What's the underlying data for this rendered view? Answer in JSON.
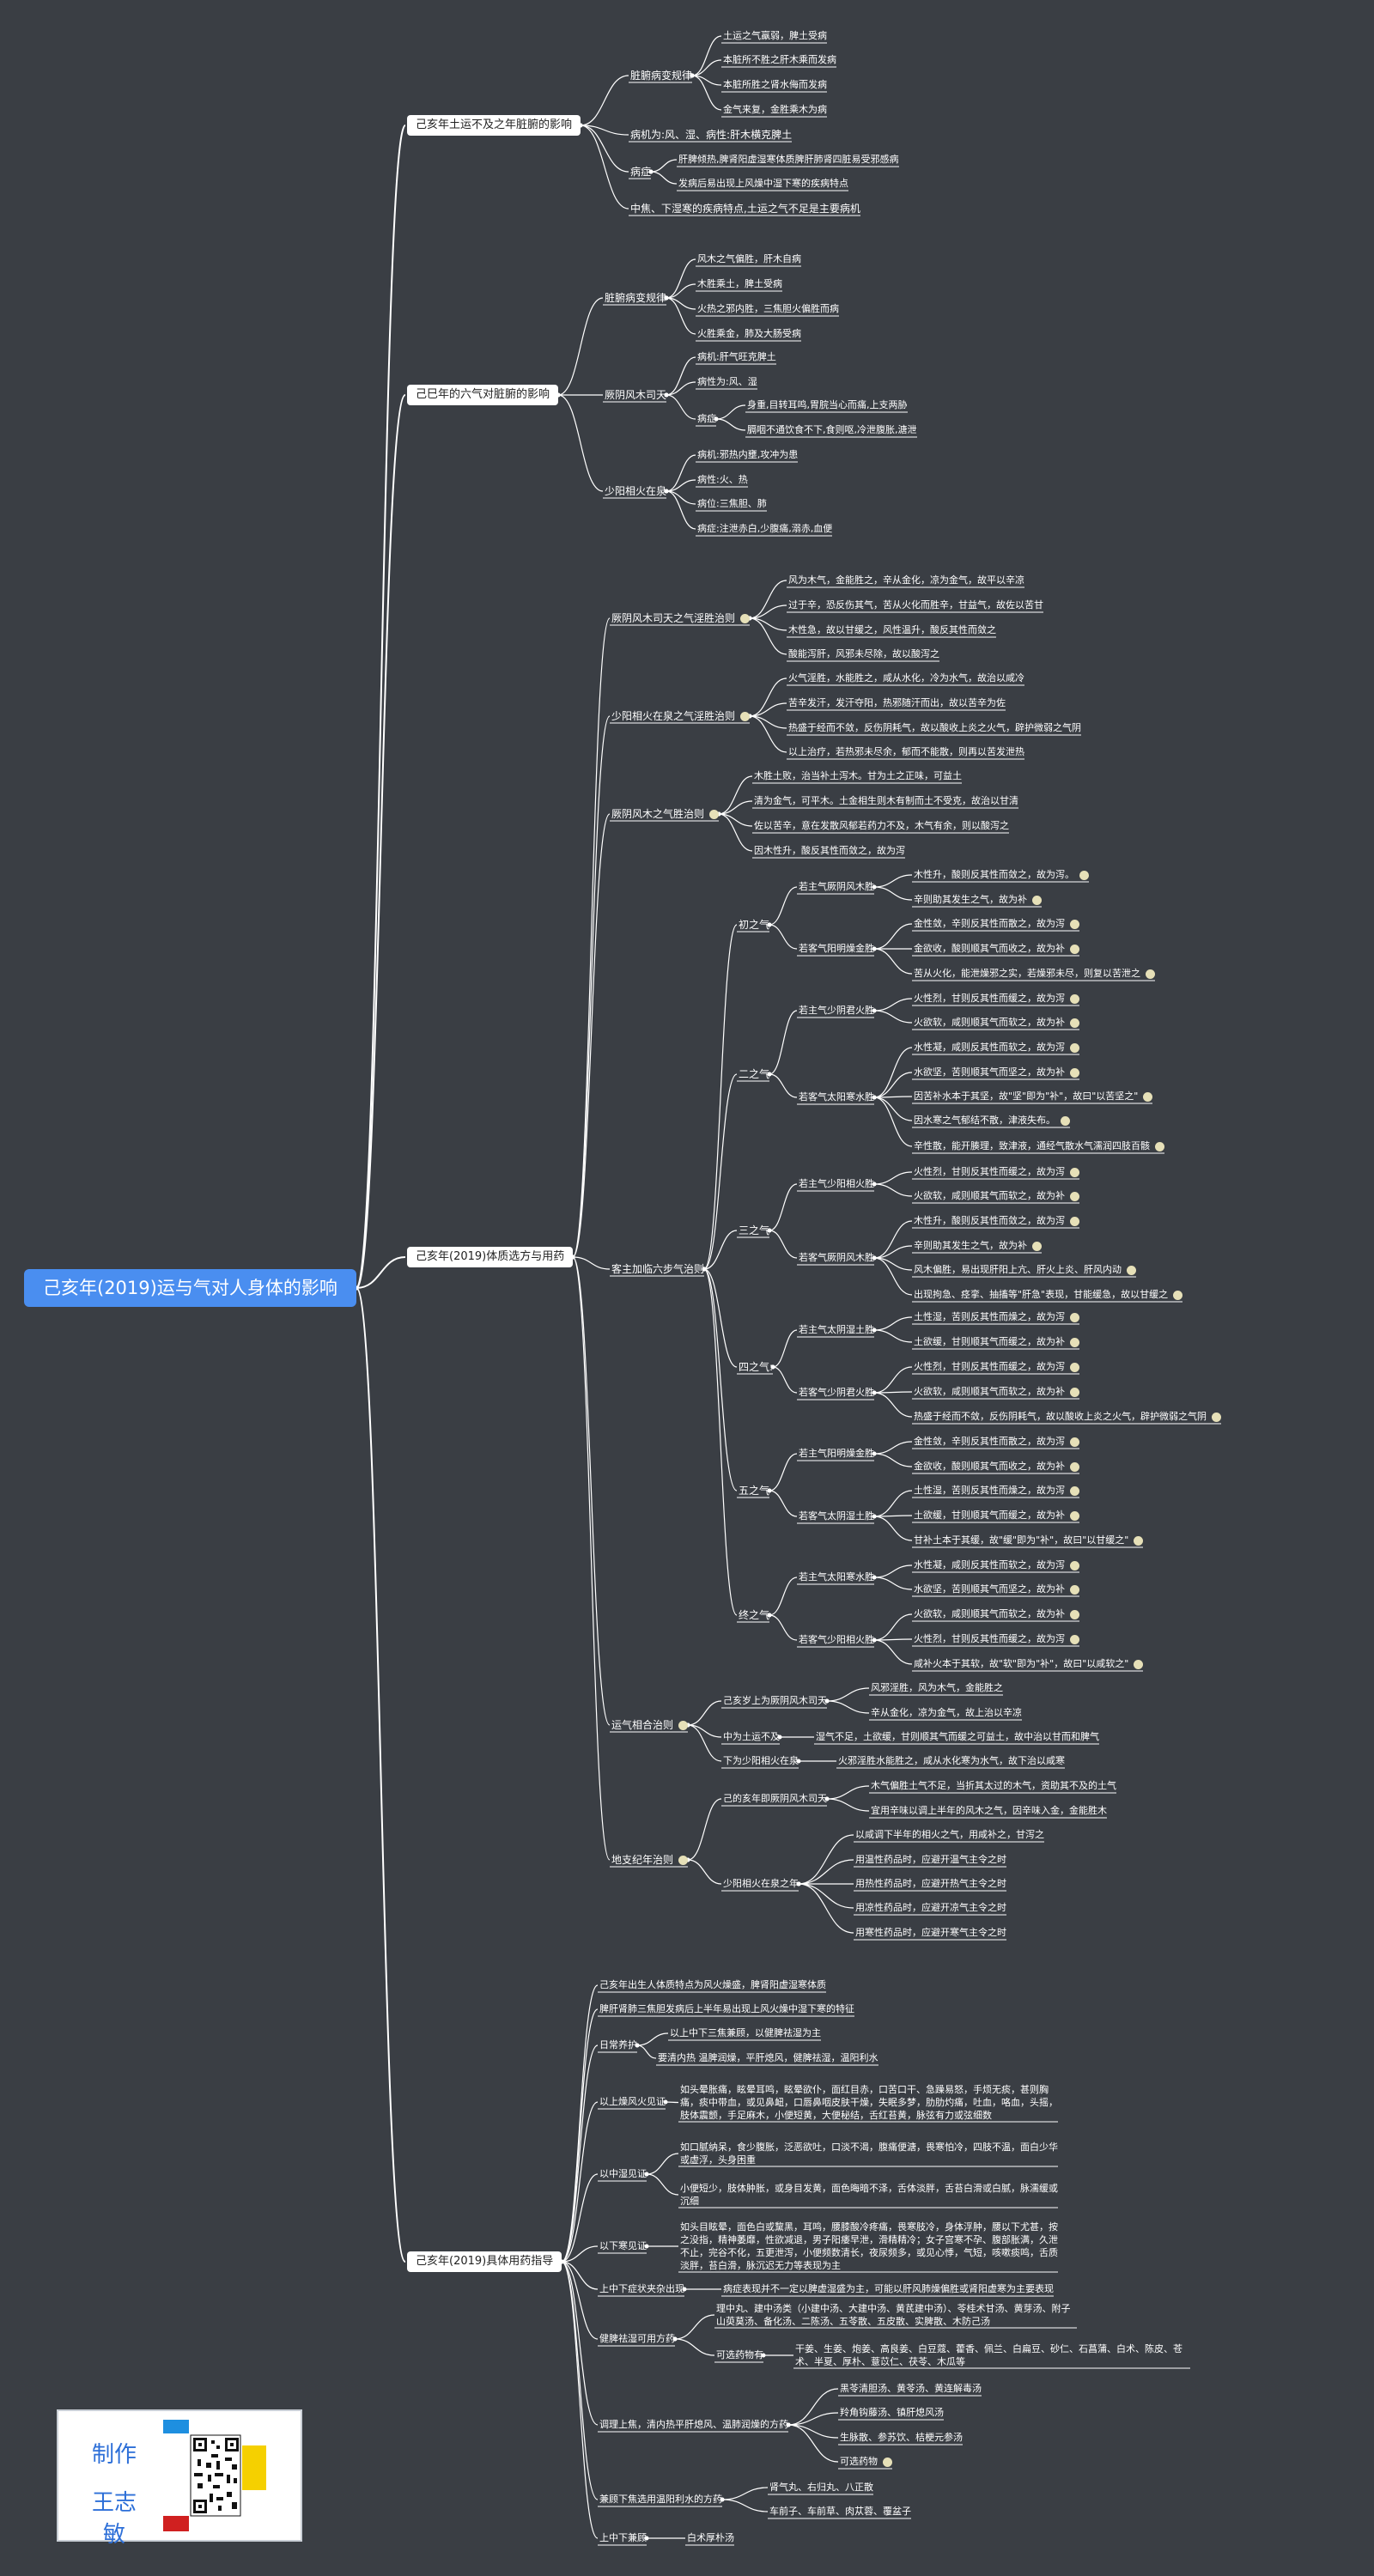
{
  "root": "己亥年(2019)运与气对人身体的影响",
  "b1": {
    "title": "己亥年土运不及之年脏腑的影响",
    "c1": "脏腑病变规律",
    "c1_items": [
      "土运之气羸弱，脾土受病",
      "本脏所不胜之肝木乘而发病",
      "本脏所胜之肾水侮而发病",
      "金气来复，金胜乘木为病"
    ],
    "c2": "病机为:风、湿、病性:肝木横克脾土",
    "c3": "病症",
    "c3_items": [
      "肝脾倾热,脾肾阳虚湿寒体质脾肝肺肾四脏易受邪感病",
      "发病后易出现上风燥中湿下寒的疾病特点"
    ],
    "c4": "中焦、下湿寒的疾病特点,土运之气不足是主要病机"
  },
  "b2": {
    "title": "己巳年的六气对脏腑的影响",
    "g1": "脏腑病变规律",
    "g1_items": [
      "风木之气偏胜，肝木自病",
      "木胜乘土，脾土受病",
      "火热之邪内胜，三焦胆火偏胜而病",
      "火胜乘金，肺及大肠受病"
    ],
    "g2": "厥阴风木司天",
    "g2_items": [
      "病机:肝气旺克脾土",
      "病性为:风、湿"
    ],
    "g2_sym": "病症",
    "g2_sym_items": [
      "身重,目转耳鸣,胃脘当心而痛,上支两胁",
      "膈咽不通饮食不下,食则呕,冷泄腹胀,溏泄"
    ],
    "g3": "少阳相火在泉",
    "g3_items": [
      "病机:邪热内壅,攻冲为患",
      "病性:火、热",
      "病位:三焦胆、肺",
      "病症:注泄赤白,少腹痛,溺赤,血便"
    ]
  },
  "b3": {
    "title": "己亥年(2019)体质选方与用药",
    "r1": "厥阴风木司天之气淫胜治则",
    "r1_items": [
      "风为木气，金能胜之，辛从金化，凉为金气，故平以辛凉",
      "过于辛，恐反伤其气，苦从火化而胜辛，甘益气，故佐以苦甘",
      "木性急，故以甘缓之，风性温升，酸反其性而敛之",
      "酸能泻肝，风邪未尽除，故以酸泻之"
    ],
    "r2": "少阳相火在泉之气淫胜治则",
    "r2_items": [
      "火气淫胜，水能胜之，咸从水化，冷为水气，故治以咸冷",
      "苦辛发汗，发汗夺阳，热邪随汗而出，故以苦辛为佐",
      "热盛于经而不敛，反伤阴耗气，故以酸收上炎之火气，辟护微弱之气阴",
      "以上治疗，若热邪未尽余，郁而不能散，则再以苦发泄热"
    ],
    "r3": "厥阴风木之气胜治则",
    "r3_items": [
      "木胜土败，治当补土泻木。甘为土之正味，可益土",
      "清为金气，可平木。土金相生则木有制而土不受克，故治以甘清",
      "佐以苦辛，意在发散风郁若药力不及，木气有余，则以酸泻之",
      "因木性升，酸反其性而敛之，故为泻"
    ],
    "k": "客主加临六步气治则",
    "s1": "初之气",
    "s1_a": "若主气厥阴风木胜",
    "s1_a_items": [
      "木性升，酸则反其性而敛之，故为泻。",
      "辛则助其发生之气，故为补"
    ],
    "s1_b": "若客气阳明燥金胜",
    "s1_b_items": [
      "金性敛，辛则反其性而散之，故为泻",
      "金欲收，酸则顺其气而收之，故为补",
      "苦从火化，能泄燥邪之实，若燥邪未尽，则复以苦泄之"
    ],
    "s2": "二之气",
    "s2_a": "若主气少阴君火胜",
    "s2_a_items": [
      "火性烈，甘则反其性而缓之，故为泻",
      "火欲软，咸则顺其气而软之，故为补"
    ],
    "s2_b": "若客气太阳寒水胜",
    "s2_b_items": [
      "水性凝，咸则反其性而软之，故为泻",
      "水欲坚，苦则顺其气而坚之，故为补",
      "因苦补水本于其坚，故\"坚\"即为\"补\"，故曰\"以苦坚之\"",
      "因水寒之气郁结不散，津液失布。",
      "辛性散，能开腠理，致津液，通经气散水气濡润四肢百骸"
    ],
    "s3": "三之气",
    "s3_a": "若主气少阳相火胜",
    "s3_a_items": [
      "火性烈，甘则反其性而缓之，故为泻",
      "火欲软，咸则顺其气而软之，故为补"
    ],
    "s3_b": "若客气厥阴风木胜",
    "s3_b_items": [
      "木性升，酸则反其性而敛之，故为泻",
      "辛则助其发生之气，故为补",
      "风木偏胜，易出现肝阳上亢、肝火上炎、肝风内动",
      "出现拘急、痉挛、抽搐等\"肝急\"表现，甘能缓急，故以甘缓之"
    ],
    "s4": "四之气:",
    "s4_a": "若主气太阴湿土胜",
    "s4_a_items": [
      "土性湿，苦则反其性而燥之，故为泻",
      "土欲缓，甘则顺其气而缓之，故为补"
    ],
    "s4_b": "若客气少阴君火胜",
    "s4_b_items": [
      "火性烈，甘则反其性而缓之，故为泻",
      "火欲软，咸则顺其气而软之，故为补",
      "热盛于经而不敛，反伤阴耗气，故以酸收上炎之火气，辟护微弱之气阴"
    ],
    "s5": "五之气",
    "s5_a": "若主气阳明燥金胜",
    "s5_a_items": [
      "金性敛，辛则反其性而散之，故为泻",
      "金欲收，酸则顺其气而收之，故为补"
    ],
    "s5_b": "若客气太阴湿土胜",
    "s5_b_items": [
      "土性湿，苦则反其性而燥之，故为泻",
      "土欲缓，甘则顺其气而缓之，故为补",
      "甘补土本于其缓，故\"缓\"即为\"补\"，故曰\"以甘缓之\""
    ],
    "s6": "终之气",
    "s6_a": "若主气太阳寒水胜",
    "s6_a_items": [
      "水性凝，咸则反其性而软之，故为泻",
      "水欲坚，苦则顺其气而坚之，故为补"
    ],
    "s6_b": "若客气少阳相火胜",
    "s6_b_items": [
      "火欲软，咸则顺其气而软之，故为补",
      "火性烈，甘则反其性而缓之，故为泻",
      "咸补火本于其软，故\"软\"即为\"补\"，故曰\"以咸软之\""
    ],
    "y": "运气相合治则",
    "y1": "己亥岁上为厥阴风木司天",
    "y1_items": [
      "风邪淫胜，风为木气，金能胜之",
      "辛从金化，凉为金气，故上治以辛凉"
    ],
    "y2": "中为土运不及",
    "y2_text": "湿气不足，土欲缓，甘则顺其气而缓之可益土，故中治以甘而和脾气",
    "y3": "下为少阳相火在泉",
    "y3_text": "火邪淫胜水能胜之，咸从水化寒为水气，故下治以咸寒",
    "z": "地支纪年治则",
    "z1": "己的亥年即厥阴风木司天",
    "z1_items": [
      "木气偏胜土气不足，当折其太过的木气，资助其不及的土气",
      "宜用辛味以调上半年的风木之气，因辛味入金，金能胜木"
    ],
    "z2": "少阳相火在泉之年",
    "z2_items": [
      "以咸调下半年的相火之气，用咸补之，甘泻之",
      "用温性药品时，应避开温气主令之时",
      "用热性药品时，应避开热气主令之时",
      "用凉性药品时，应避开凉气主令之时",
      "用寒性药品时，应避开寒气主令之时"
    ]
  },
  "b4": {
    "title": "己亥年(2019)具体用药指导",
    "p1": "己亥年出生人体质特点为风火燥盛，脾肾阳虚湿寒体质",
    "p2": "脾肝肾肺三焦胆发病后上半年易出现上风火燥中湿下寒的特征",
    "p3": "日常养护",
    "p3_items": [
      "以上中下三焦兼顾，以健脾祛湿为主",
      "要清内热  温脾润燥，平肝熄风，健脾祛湿，温阳利水"
    ],
    "p4": "以上燥风火见证",
    "p4_text": "如头晕胀痛，眩晕耳鸣，眩晕欲仆，面红目赤，口苦口干、急躁易怒，手烦无痰，甚则胸痛，痰中带血，或见鼻衄，口唇鼻咽皮肤干燥，失眠多梦，肋肋灼痛，吐血，咯血，头摇，肢体震颤，手足麻木，小便短黄，大便秘结，舌红苔黄，脉弦有力或弦细数",
    "p5": "以中湿见证",
    "p5_items": [
      "如口腻纳呆，食少腹胀，泛恶欲吐，口淡不渴，腹痛便溏，畏寒怕冷，四肢不温，面白少华或虚浮，头身困重",
      "小便短少，肢体肿胀，或身目发黄，面色晦暗不泽，舌体淡胖，舌苔白滑或白腻，脉濡缓或沉细"
    ],
    "p6": "以下寒见证",
    "p6_text": "如头目眩晕，面色白或黧黑，耳鸣，腰膝酸冷疼痛，畏寒肢冷，身体浮肿，腰以下尤甚，按之没指，精神萎靡，性欲减退，男子阳痿早泄，滑精精冷；女子宫寒不孕、腹部胀满，久泄不止，完谷不化，五更泄泻，小便频数清长，夜尿频多，或见心悸，气短，咳嗽痰鸣，舌质淡胖，苔白滑，脉沉迟无力等表现为主",
    "p7": "上中下症状夹杂出现",
    "p7_text": "病症表现并不一定以脾虚湿盛为主，可能以肝风肺燥偏胜或肾阳虚寒为主要表现",
    "p8": "健脾祛湿可用方药",
    "p8_text": "理中丸、建中汤类（小建中汤、大建中汤、黄芪建中汤）、苓桂术甘汤、黄芽汤、附子山萸莫汤、备化汤、二陈汤、五苓散、五皮散、实脾散、木防己汤",
    "p8_sub": "可选药物有",
    "p8_sub_text": "干姜、生姜、炮姜、高良姜、白豆蔻、藿香、佩兰、白扁豆、砂仁、石菖蒲、白术、陈皮、苍术、半夏、厚朴、薏苡仁、茯苓、木瓜等",
    "p9": "调理上焦，清内热平肝熄风、温肺润燥的方药",
    "p9_items": [
      "黑苓清胆汤、黄苓汤、黄连解毒汤",
      "羚角钩藤汤、镇肝熄风汤",
      "生脉散、参苏饮、桔梗元参汤",
      "可选药物"
    ],
    "p10": "兼顾下焦选用温阳利水的方药",
    "p10_items": [
      "肾气丸、右归丸、八正散",
      "车前子、车前草、肉苁蓉、覆盆子"
    ],
    "p11": "上中下兼顾",
    "p11_text": "白术厚朴汤"
  },
  "credit": {
    "line1": "制作",
    "line2": "王志敏"
  }
}
